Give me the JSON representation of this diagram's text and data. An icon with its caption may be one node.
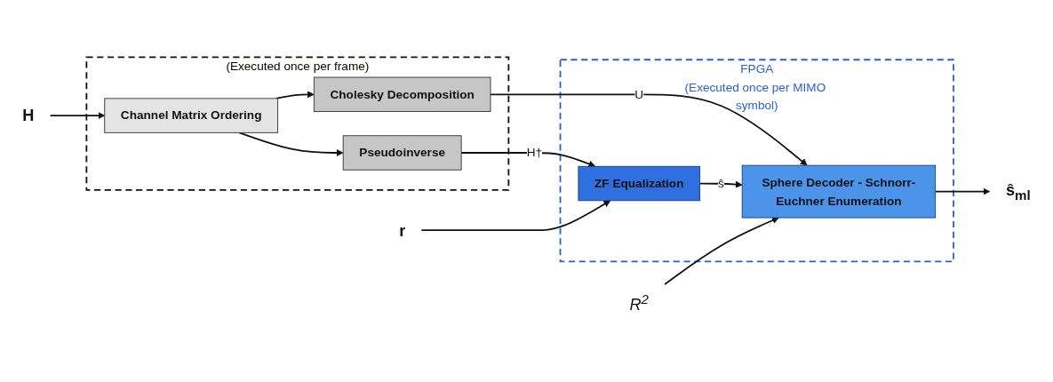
{
  "diagram": {
    "nodes": [
      {
        "text": [
          "(Executed once per frame)"
        ]
      },
      {
        "text": [
          "FPGA",
          "(Executed once per MIMO symbol)"
        ]
      },
      {
        "text": [
          "r"
        ]
      },
      {
        "text": [
          "H"
        ]
      },
      {
        "text": [
          "Channel Matrix Ordering"
        ],
        "in": 0
      },
      {
        "text": [
          "Pseudoinverse"
        ],
        "in": 0
      },
      {
        "text": [
          "Cholesky Decomposition"
        ],
        "in": 0
      },
      {
        "text": [
          "R$^{2}$"
        ]
      },
      {
        "text": [
          "ZF Equalization"
        ],
        "in": 1
      },
      {
        "text": [
          "Sphere Decoder - Schnorr-Euchner Enumeration"
        ],
        "in": 1
      },
      {
        "text": [
          "ŝ$_{ml}$"
        ]
      }
    ],
    "edges": [
      {
        "from": 2,
        "to": 8,
        "arrow": "to"
      },
      {
        "from": 3,
        "to": 4,
        "arrow": "to"
      },
      {
        "from": 4,
        "to": 5,
        "arrow": "to"
      },
      {
        "from": 4,
        "to": 6,
        "arrow": "to"
      },
      {
        "from": 5,
        "to": 8,
        "arrow": "to",
        "label": "H†"
      },
      {
        "from": 6,
        "to": 9,
        "arrow": "to",
        "label": "U"
      },
      {
        "from": 7,
        "to": 9,
        "arrow": "to"
      },
      {
        "from": 8,
        "to": 9,
        "arrow": "to",
        "label": "ŝ"
      },
      {
        "from": 9,
        "to": 10,
        "arrow": "to"
      }
    ]
  }
}
